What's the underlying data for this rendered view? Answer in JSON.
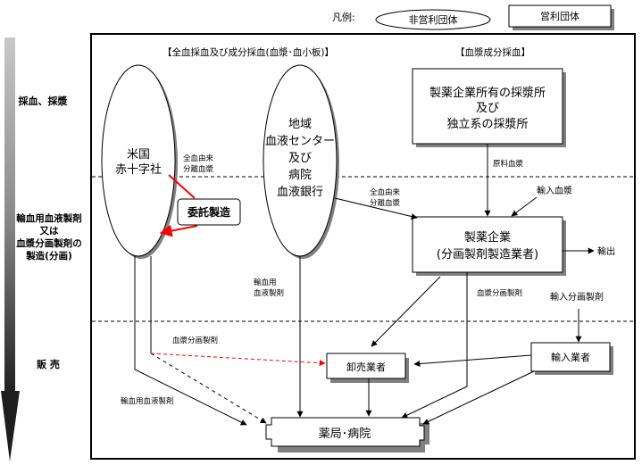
{
  "legend": {
    "label": "凡例:",
    "nonprofit": "非営利団体",
    "forprofit": "営利団体"
  },
  "stages": {
    "collection": "採血、採漿",
    "manufacture": [
      "輸血用血液製剤",
      "又は",
      "血漿分画製剤の",
      "製造(分画)"
    ],
    "sales": "販 売"
  },
  "headers": {
    "whole_blood": "【全血採血及び成分採血(血漿･血小板)】",
    "plasma": "【血漿成分採血】"
  },
  "nodes": {
    "red_cross": [
      "米国",
      "赤十字社"
    ],
    "blood_center": [
      "地域",
      "血液センター",
      "及び",
      "病院",
      "血液銀行"
    ],
    "plasma_centers": [
      "製薬企業所有の採漿所",
      "及び",
      "独立系の採漿所"
    ],
    "contract_mfg": "委託製造",
    "pharma": [
      "製薬企業",
      "(分画製剤製造業者)"
    ],
    "wholesaler": "卸売業者",
    "importer": "輸入業者",
    "pharmacy_hospital": "薬局･病院"
  },
  "flow_labels": {
    "whole_blood_plasma_1": [
      "全血由来",
      "分離血漿"
    ],
    "whole_blood_plasma_2": [
      "全血由来",
      "分離血漿"
    ],
    "source_plasma": "原料血漿",
    "imported_plasma": "輸入血漿",
    "export": "輸出",
    "transfusion_products_1": [
      "輸血用",
      "血液製剤"
    ],
    "plasma_derivatives_1": "血漿分画製剤",
    "imported_derivatives": "輸入分画製剤",
    "plasma_derivatives_2": "血漿分画製剤",
    "transfusion_products_2": "輸血用血液製剤"
  },
  "colors": {
    "accent_red": "#ff0000",
    "shadow": "#808080",
    "border": "#000000"
  }
}
